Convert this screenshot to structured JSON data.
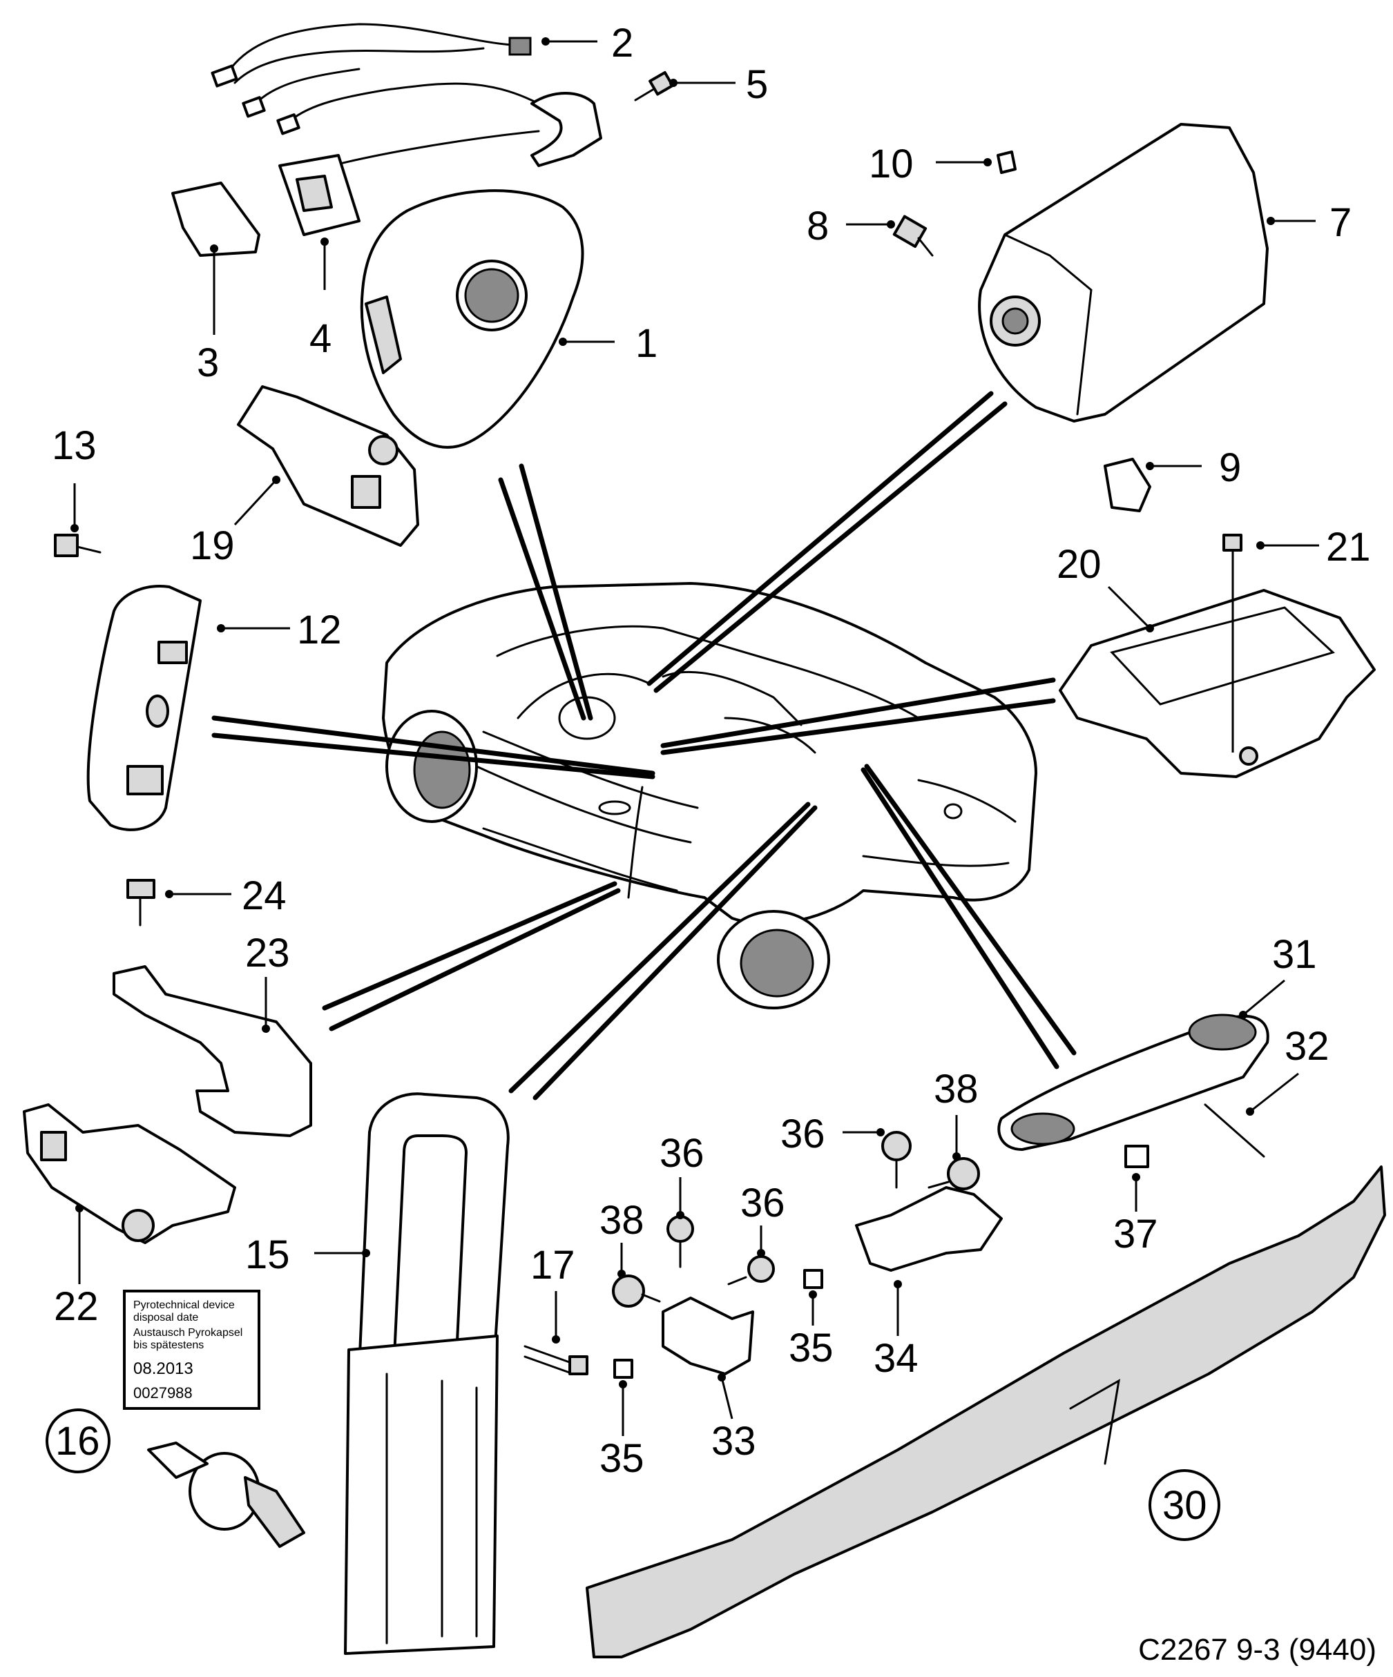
{
  "callouts": {
    "c1": "1",
    "c2": "2",
    "c3": "3",
    "c4": "4",
    "c5": "5",
    "c7": "7",
    "c8": "8",
    "c9": "9",
    "c10": "10",
    "c12": "12",
    "c13": "13",
    "c15": "15",
    "c16": "16",
    "c17": "17",
    "c19": "19",
    "c20": "20",
    "c21": "21",
    "c22": "22",
    "c23": "23",
    "c24": "24",
    "c30": "30",
    "c31": "31",
    "c32": "32",
    "c33": "33",
    "c34": "34",
    "c35a": "35",
    "c35b": "35",
    "c36a": "36",
    "c36b": "36",
    "c36c": "36",
    "c37": "37",
    "c38a": "38",
    "c38b": "38"
  },
  "label": {
    "line1": "Pyrotechnical device",
    "line2": "disposal date",
    "line3": "Austausch Pyrokapsel",
    "line4": "bis spätestens",
    "date": "08.2013",
    "code": "0027988"
  },
  "footer": "C2267 9-3 (9440)"
}
